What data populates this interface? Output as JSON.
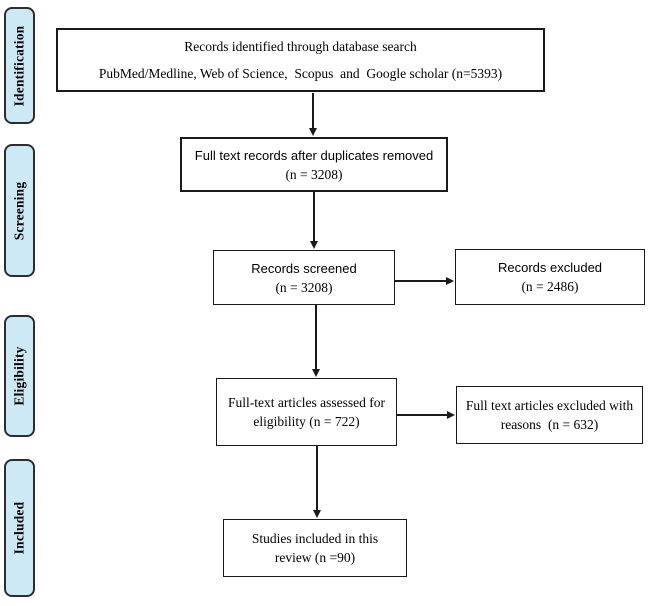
{
  "stages": [
    {
      "label": "Identification"
    },
    {
      "label": "Screening"
    },
    {
      "label": "Eligibility"
    },
    {
      "label": "Included"
    }
  ],
  "boxes": {
    "identified": {
      "line1": "Records identified through database search",
      "line2": "PubMed/Medline, Web of Science,  Scopus  and  Google scholar (n=5393)"
    },
    "duplicates_removed": {
      "line1": "Full text records after duplicates removed",
      "line2": "(n = 3208)"
    },
    "screened": {
      "line1": "Records screened",
      "line2": "(n = 3208)"
    },
    "records_excluded": {
      "line1": "Records excluded",
      "line2": "(n = 2486)"
    },
    "assessed": {
      "line1": "Full-text articles assessed for",
      "line2": "eligibility (n = 722)"
    },
    "fulltext_excluded": {
      "line1": "Full text articles excluded with",
      "line2": "reasons  (n = 632)"
    },
    "included": {
      "line1": "Studies included in this",
      "line2": "review (n =90)"
    }
  },
  "colors": {
    "stage_fill": "#cee9f6",
    "stage_border": "#2d2d2d",
    "box_border": "#1a1a1a",
    "arrow": "#1a1a1a"
  }
}
